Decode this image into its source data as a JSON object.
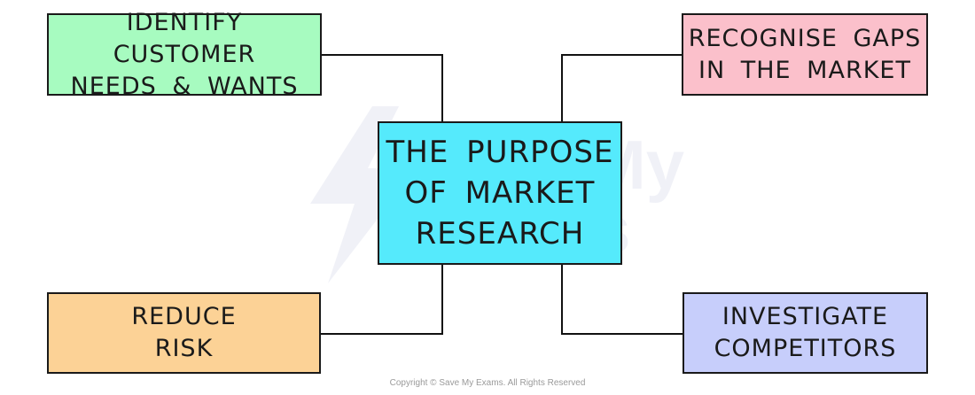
{
  "diagram": {
    "center": {
      "label": "THE PURPOSE\nOF MARKET\nRESEARCH",
      "color": "#55eafc"
    },
    "nodes": [
      {
        "id": "top-left",
        "label": "IDENTIFY CUSTOMER\nNEEDS & WANTS",
        "color": "#a7fbc0"
      },
      {
        "id": "top-right",
        "label": "RECOGNISE GAPS\nIN THE  MARKET",
        "color": "#fbc0cb"
      },
      {
        "id": "bottom-left",
        "label": "REDUCE\nRISK",
        "color": "#fcd296"
      },
      {
        "id": "bottom-right",
        "label": "INVESTIGATE\nCOMPETITORS",
        "color": "#c7cefb"
      }
    ]
  },
  "watermark": {
    "text": "Save My\nExams"
  },
  "footer": {
    "copyright": "Copyright © Save My Exams. All Rights Reserved"
  }
}
